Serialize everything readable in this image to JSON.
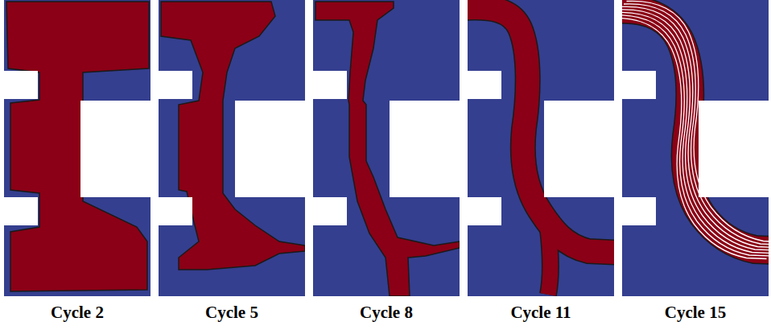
{
  "diagram": {
    "labels": [
      "Cycle 2",
      "Cycle 5",
      "Cycle 8",
      "Cycle 11",
      "Cycle 15"
    ]
  }
}
